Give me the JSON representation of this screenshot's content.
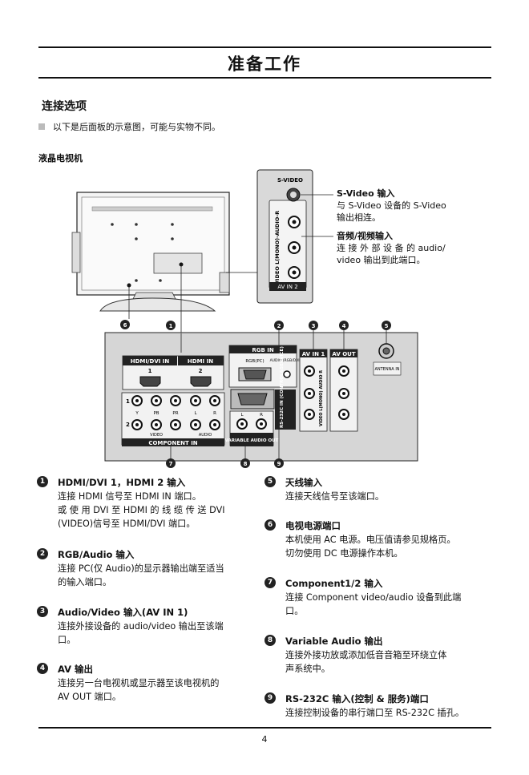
{
  "page": {
    "title": "准备工作",
    "section": "连接选项",
    "note": "以下是后面板的示意图，可能与实物不同。",
    "subsection": "液晶电视机",
    "page_number": "4"
  },
  "side_panel": {
    "svideo_label": "S-VIDEO",
    "av_label": "VIDEO  L(MONO)-AUDIO-R",
    "av_in2": "AV IN 2"
  },
  "callouts": [
    {
      "title": "S-Video 输入",
      "body": [
        "与 S-Video 设备的 S-Video",
        "输出相连。"
      ]
    },
    {
      "title": "音频/视频输入",
      "body": [
        "连 接 外 部 设 备 的 audio/",
        "video 输出到此端口。"
      ]
    }
  ],
  "panel": {
    "hdmi1_label": "HDMI/DVI IN",
    "hdmi1_num": "1",
    "hdmi2_label": "HDMI IN",
    "hdmi2_num": "2",
    "rgb_in": "RGB IN",
    "rgb_pc": "RGB(PC)",
    "audio_rgb": "AUDIO (RGB/DVI)",
    "av_in1": "AV IN 1",
    "av_out": "AV OUT",
    "antenna": "ANTENNA IN",
    "component_in": "COMPONENT IN",
    "comp_labels": [
      "Y",
      "PB",
      "PR",
      "L",
      "R"
    ],
    "video_lbl": "VIDEO",
    "audio_lbl": "AUDIO",
    "row1": "1",
    "row2": "2",
    "var_audio": "VARIABLE AUDIO OUT",
    "var_l": "L",
    "var_r": "R",
    "rs232": "RS-232C IN (CONTROL&SERVICE)",
    "av_side_text": "VIDEO  L(MONO) AUDIO R"
  },
  "markers": [
    "1",
    "2",
    "3",
    "4",
    "5",
    "6",
    "7",
    "8",
    "9"
  ],
  "descriptions_left": [
    {
      "num": "1",
      "head": "HDMI/DVI 1，HDMI 2 输入",
      "lines": [
        "连接 HDMI 信号至 HDMI IN 端口。",
        "或 使 用  DVI  至  HDMI  的 线 缆 传 送  DVI",
        "(VIDEO)信号至 HDMI/DVI 端口。"
      ]
    },
    {
      "num": "2",
      "head": "RGB/Audio 输入",
      "lines": [
        "连接 PC(仅 Audio)的显示器输出端至适当",
        "的输入端口。"
      ]
    },
    {
      "num": "3",
      "head": "Audio/Video 输入(AV IN 1)",
      "lines": [
        "连接外接设备的 audio/video 输出至该端",
        "口。"
      ]
    },
    {
      "num": "4",
      "head": "AV 输出",
      "lines": [
        "连接另一台电视机或显示器至该电视机的",
        "AV OUT 端口。"
      ]
    }
  ],
  "descriptions_right": [
    {
      "num": "5",
      "head": "天线输入",
      "lines": [
        "连接天线信号至该端口。"
      ]
    },
    {
      "num": "6",
      "head": "电视电源端口",
      "lines": [
        "本机使用 AC 电源。电压值请参见规格页。",
        "切勿使用 DC 电源操作本机。"
      ]
    },
    {
      "num": "7",
      "head": "Component1/2 输入",
      "lines": [
        "连接 Component video/audio 设备到此端",
        "口。"
      ]
    },
    {
      "num": "8",
      "head": "Variable Audio 输出",
      "lines": [
        "连接外接功放或添加低音音箱至环绕立体",
        "声系统中。"
      ]
    },
    {
      "num": "9",
      "head": "RS-232C 输入(控制 & 服务)端口",
      "lines": [
        "连接控制设备的串行端口至 RS-232C 插孔。"
      ]
    }
  ]
}
